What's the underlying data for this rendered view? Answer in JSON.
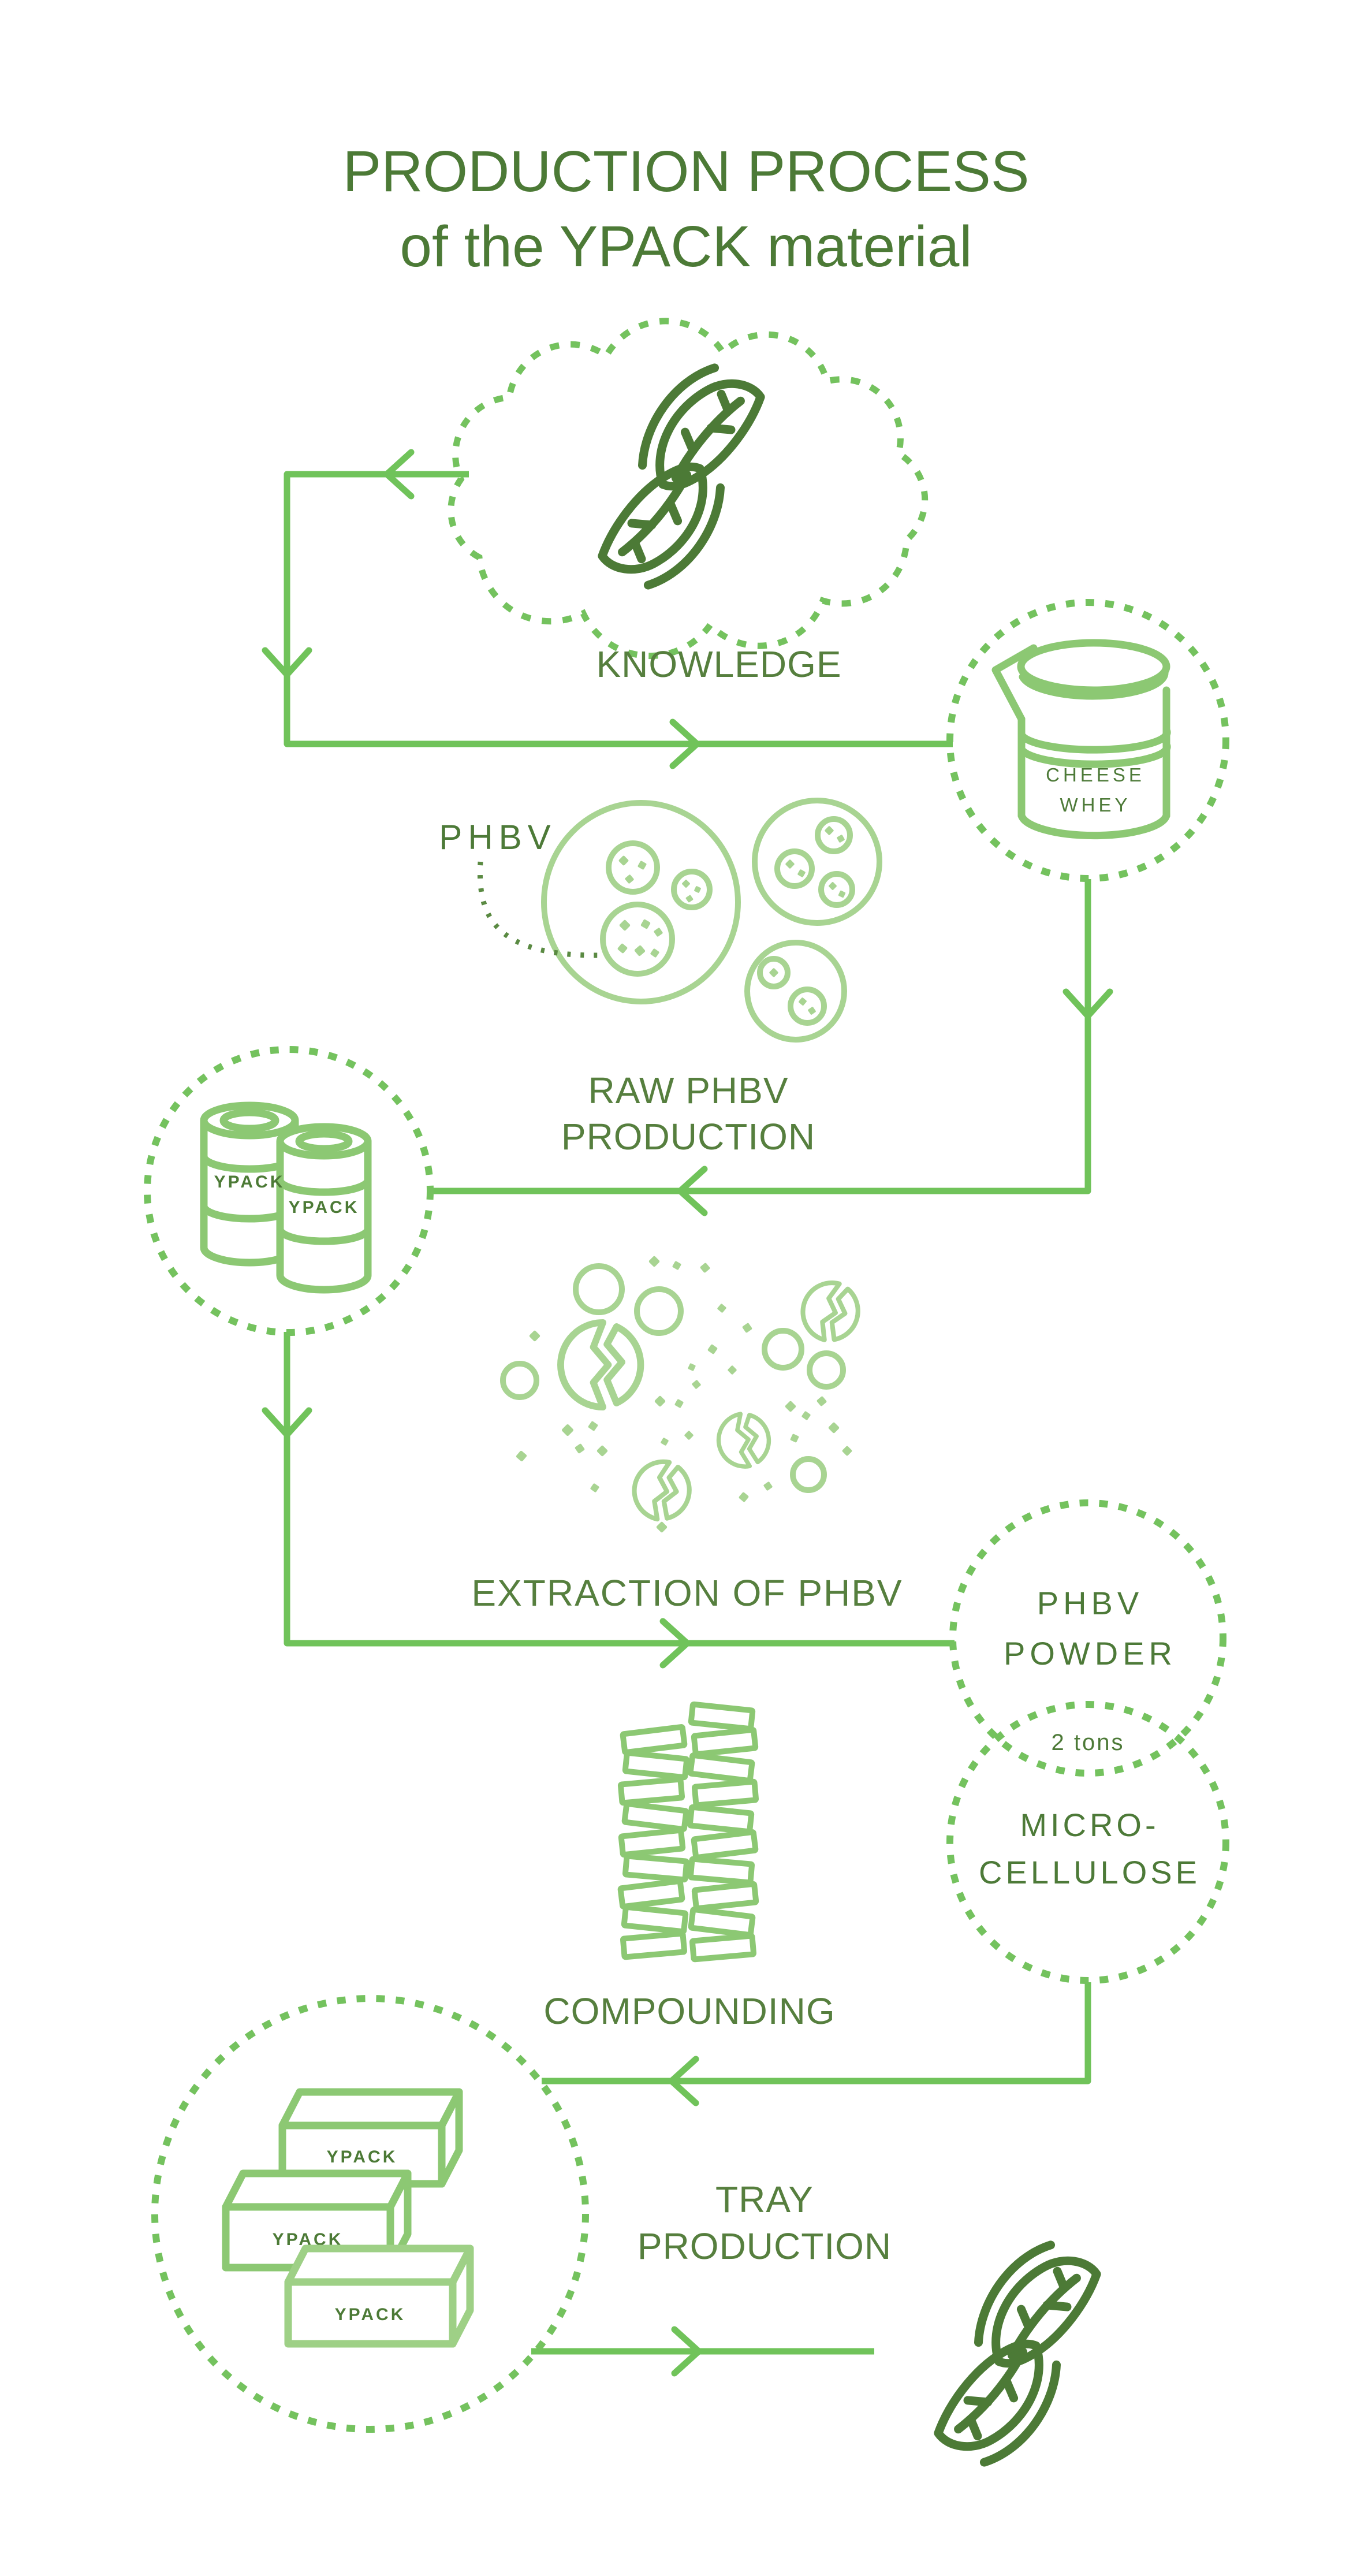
{
  "title": {
    "line1": "PRODUCTION PROCESS",
    "line2": "of the YPACK material"
  },
  "stages": {
    "knowledge": "KNOWLEDGE",
    "cheese_whey": {
      "line1": "CHEESE",
      "line2": "WHEY"
    },
    "raw_phbv": {
      "line1": "RAW PHBV",
      "line2": "PRODUCTION"
    },
    "phbv_callout": "PHBV",
    "ypack_cans": {
      "can1": "YPACK",
      "can2": "YPACK"
    },
    "extraction": "EXTRACTION OF PHBV",
    "phbv_powder": {
      "line1": "PHBV",
      "line2": "POWDER"
    },
    "amount": "2 tons",
    "microcellulose": {
      "line1": "MICRO-",
      "line2": "CELLULOSE"
    },
    "compounding": "COMPOUNDING",
    "tray_production": {
      "line1": "TRAY",
      "line2": "PRODUCTION"
    },
    "trays": [
      "YPACK",
      "YPACK",
      "YPACK"
    ]
  },
  "colors": {
    "arrow_green": "#70c35a",
    "dotted_green": "#74c25e",
    "icon_green": "#8cc873",
    "pastel_green": "#a8d492",
    "dark_green": "#4c7a36",
    "label_green": "#567f3e",
    "callout_arc_green": "#5a8a42",
    "background": "#ffffff"
  }
}
